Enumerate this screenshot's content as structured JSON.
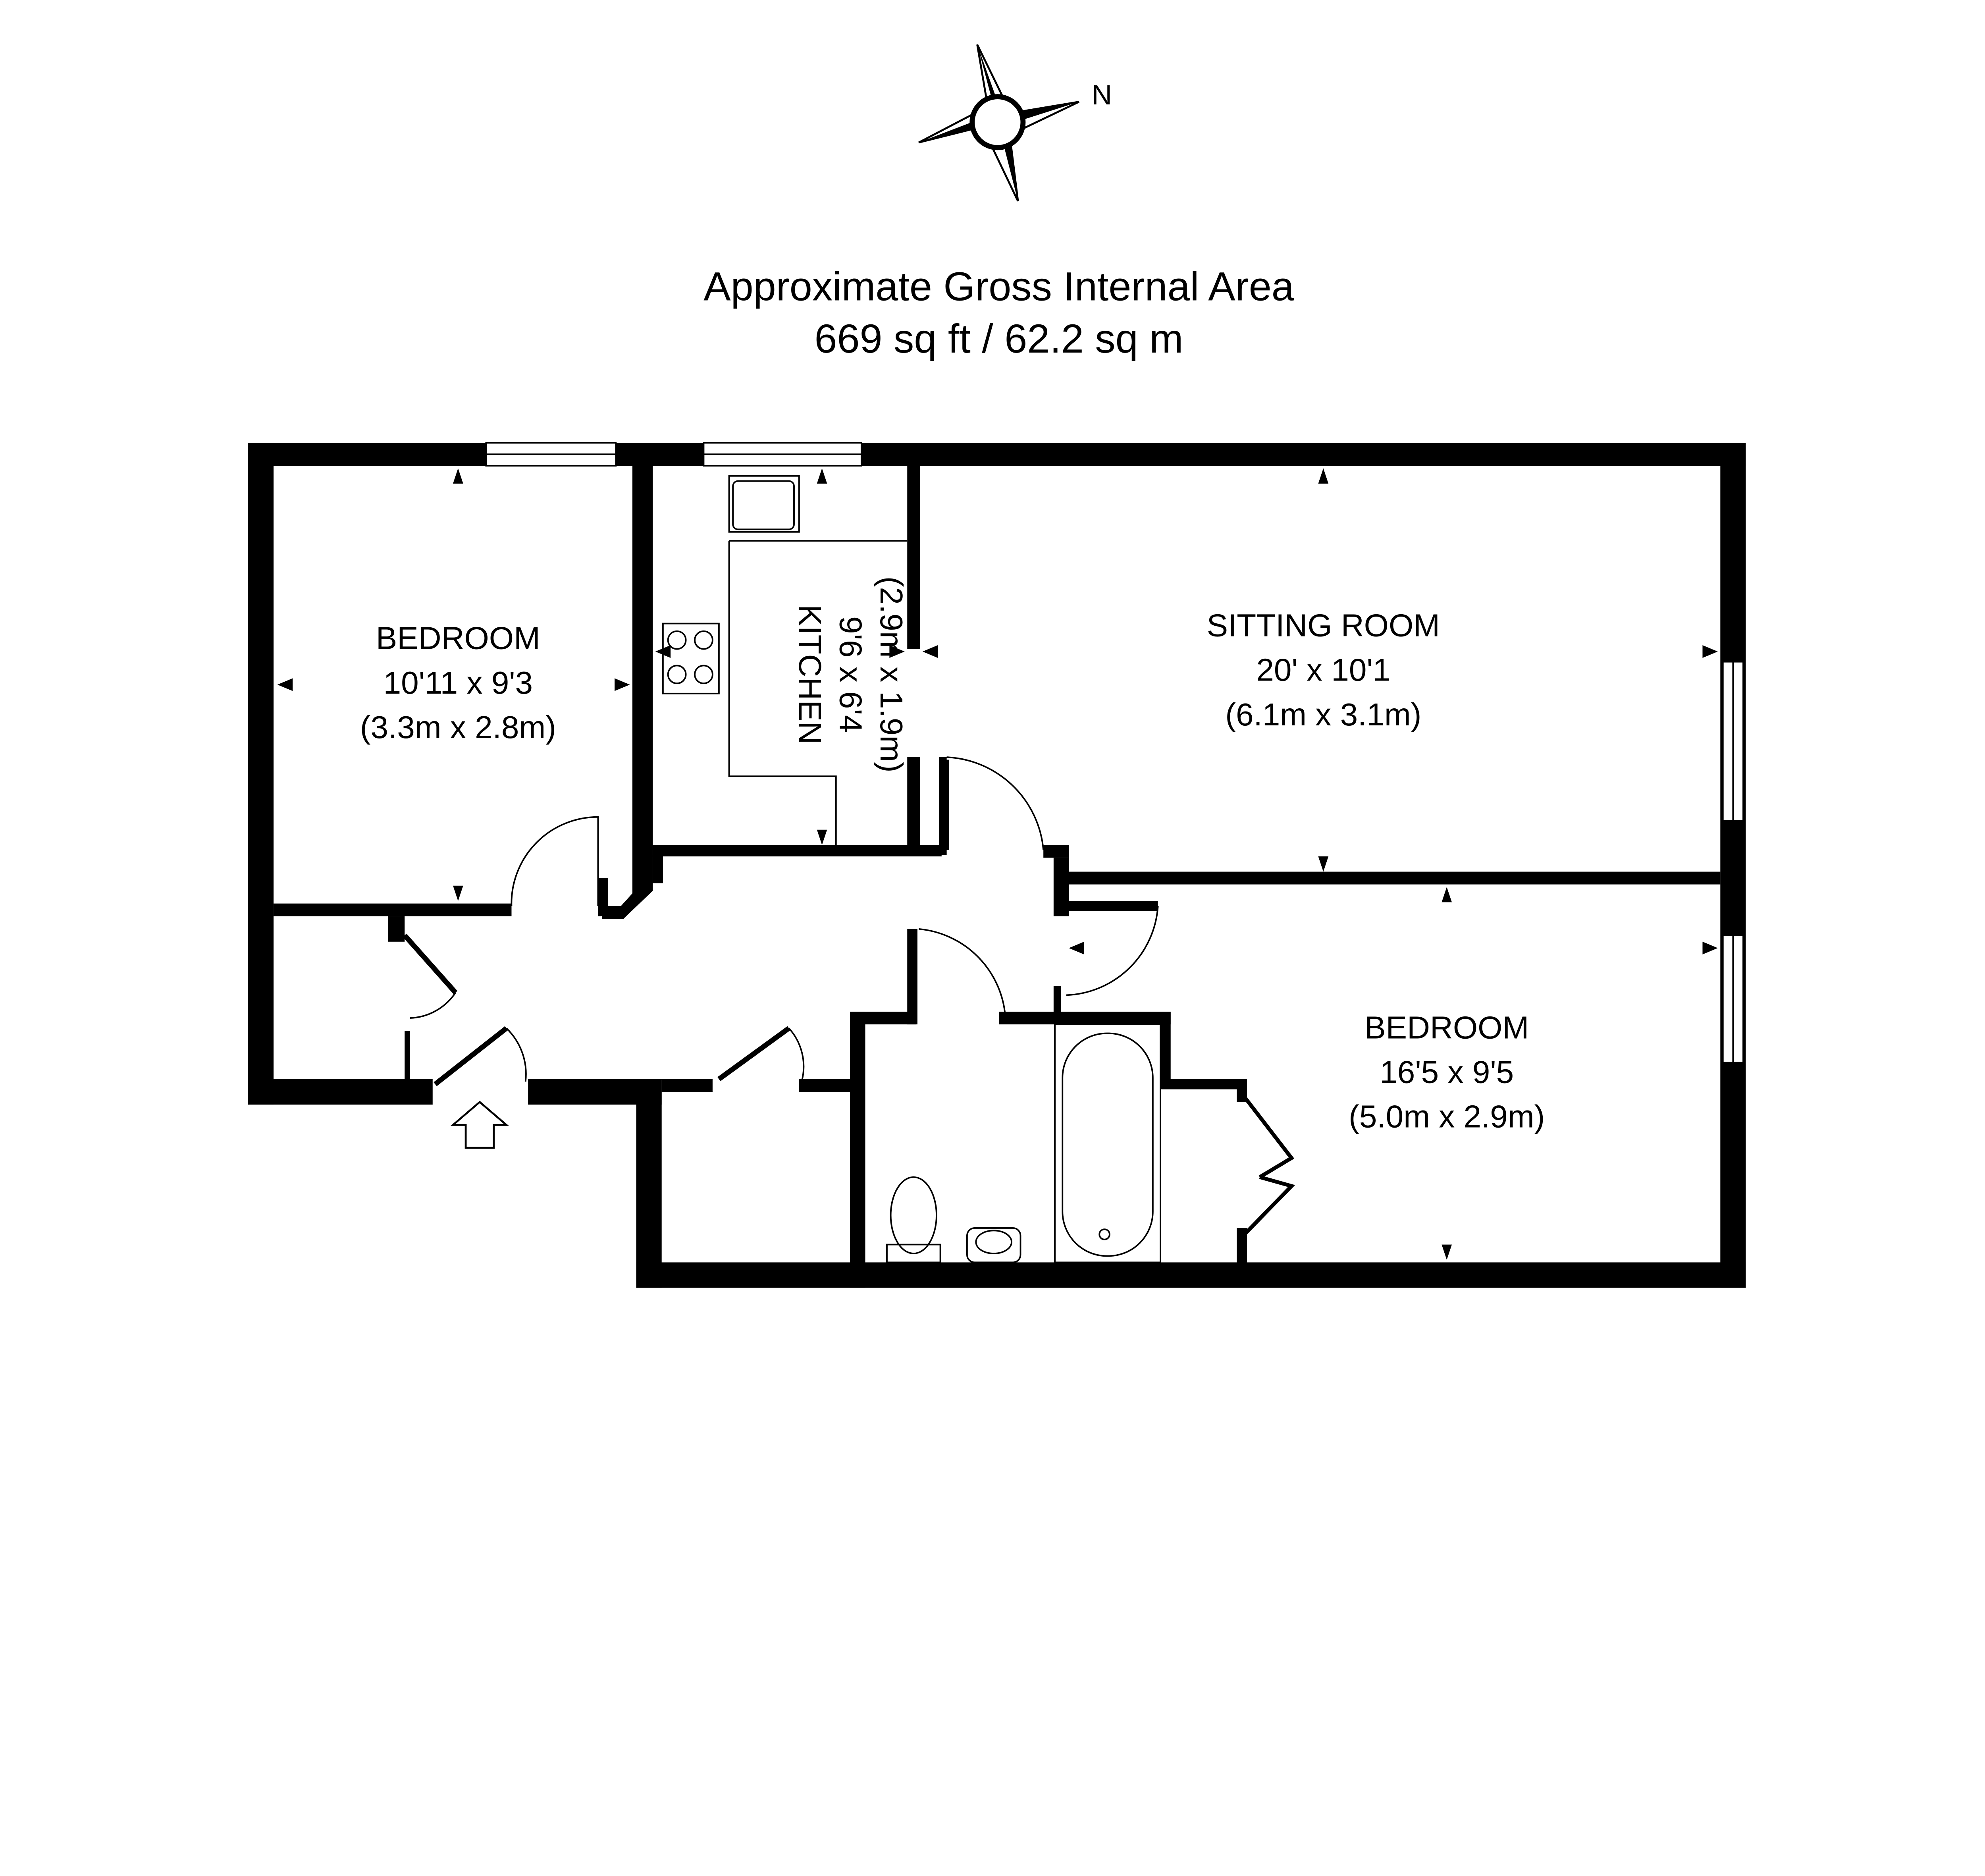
{
  "compass": {
    "north_label": "N"
  },
  "area": {
    "title": "Approximate Gross Internal Area",
    "value": "669 sq ft / 62.2 sq m"
  },
  "rooms": {
    "bedroom1": {
      "name": "BEDROOM",
      "imperial": "10'11 x 9'3",
      "metric": "(3.3m x 2.8m)"
    },
    "kitchen": {
      "name": "KITCHEN",
      "imperial": "9'6 x 6'4",
      "metric": "(2.9m x 1.9m)"
    },
    "sitting": {
      "name": "SITTING ROOM",
      "imperial": "20' x 10'1",
      "metric": "(6.1m x 3.1m)"
    },
    "bedroom2": {
      "name": "BEDROOM",
      "imperial": "16'5 x 9'5",
      "metric": "(5.0m x 2.9m)"
    }
  },
  "colors": {
    "ink": "#000000",
    "paper": "#ffffff"
  }
}
